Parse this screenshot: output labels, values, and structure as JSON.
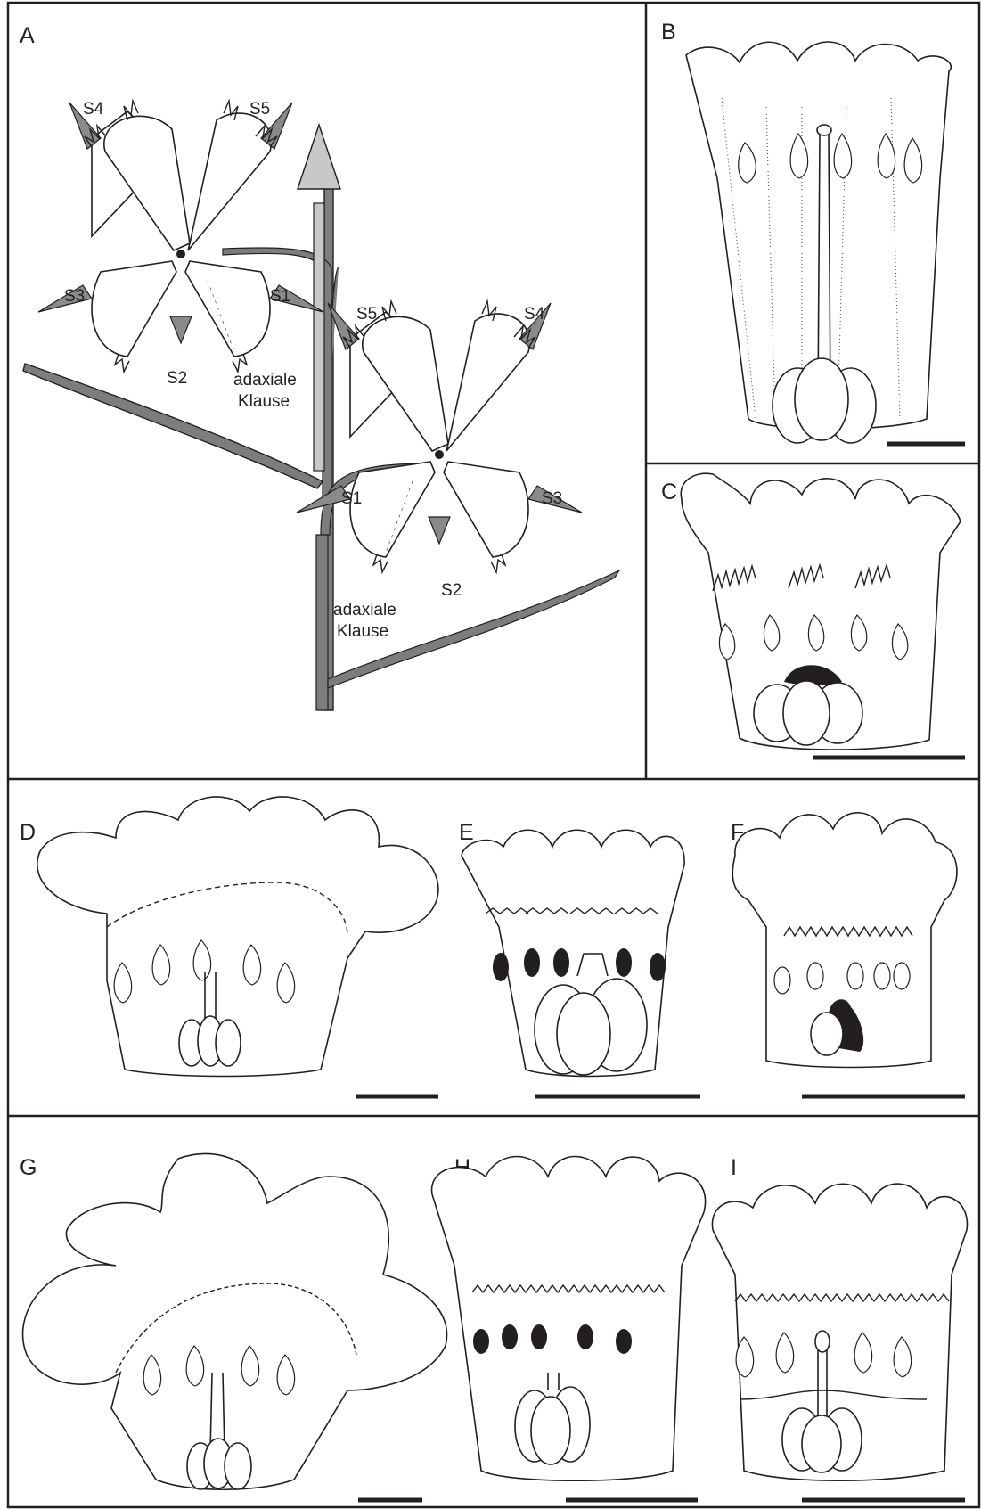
{
  "panels": {
    "a": {
      "letter": "A"
    },
    "b": {
      "letter": "B"
    },
    "c": {
      "letter": "C"
    },
    "d": {
      "letter": "D"
    },
    "e": {
      "letter": "E"
    },
    "f": {
      "letter": "F"
    },
    "g": {
      "letter": "G"
    },
    "h": {
      "letter": "H"
    },
    "i": {
      "letter": "I"
    }
  },
  "diagram": {
    "upper": {
      "s1": "S1",
      "s2": "S2",
      "s3": "S3",
      "s4": "S4",
      "s5": "S5",
      "klause_line1": "adaxiale",
      "klause_line2": "Klause"
    },
    "lower": {
      "s1": "S1",
      "s2": "S2",
      "s3": "S3",
      "s4": "S4",
      "s5": "S5",
      "klause_line1": "adaxiale",
      "klause_line2": "Klause"
    }
  },
  "colors": {
    "ink": "#231f20",
    "branch": "#7d7d7d",
    "arrow": "#c8c8c8"
  }
}
